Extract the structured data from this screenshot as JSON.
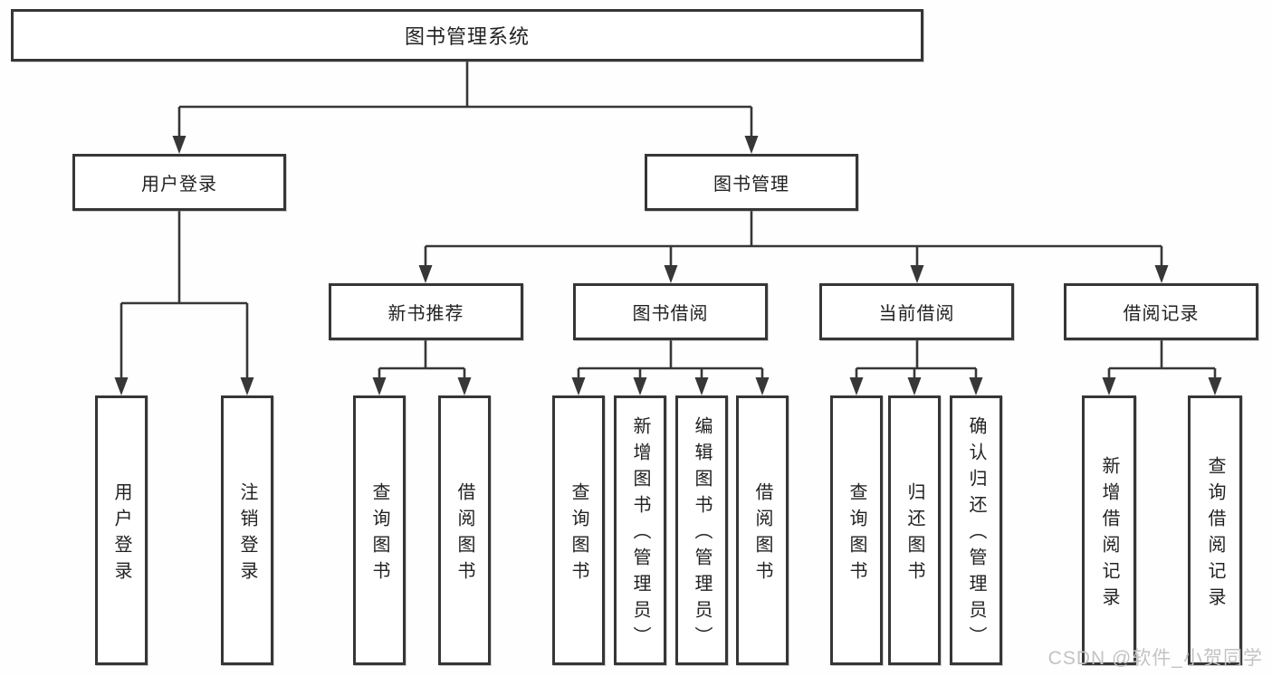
{
  "diagram": {
    "watermark": "CSDN @软件_小贺同学",
    "colors": {
      "line": "#373737",
      "box_border": "#363636",
      "box_fill": "#ffffff",
      "text": "#222222",
      "watermark": "#c3c3c3"
    },
    "tree": {
      "label": "图书管理系统",
      "children": [
        {
          "label": "用户登录",
          "children": [
            {
              "label": "用户登录"
            },
            {
              "label": "注销登录"
            }
          ]
        },
        {
          "label": "图书管理",
          "children": [
            {
              "label": "新书推荐",
              "children": [
                {
                  "label": "查询图书"
                },
                {
                  "label": "借阅图书"
                }
              ]
            },
            {
              "label": "图书借阅",
              "children": [
                {
                  "label": "查询图书"
                },
                {
                  "label": "新增图书（管理员）"
                },
                {
                  "label": "编辑图书（管理员）"
                },
                {
                  "label": "借阅图书"
                }
              ]
            },
            {
              "label": "当前借阅",
              "children": [
                {
                  "label": "查询图书"
                },
                {
                  "label": "归还图书"
                },
                {
                  "label": "确认归还（管理员）"
                }
              ]
            },
            {
              "label": "借阅记录",
              "children": [
                {
                  "label": "新增借阅记录"
                },
                {
                  "label": "查询借阅记录"
                }
              ]
            }
          ]
        }
      ]
    }
  }
}
